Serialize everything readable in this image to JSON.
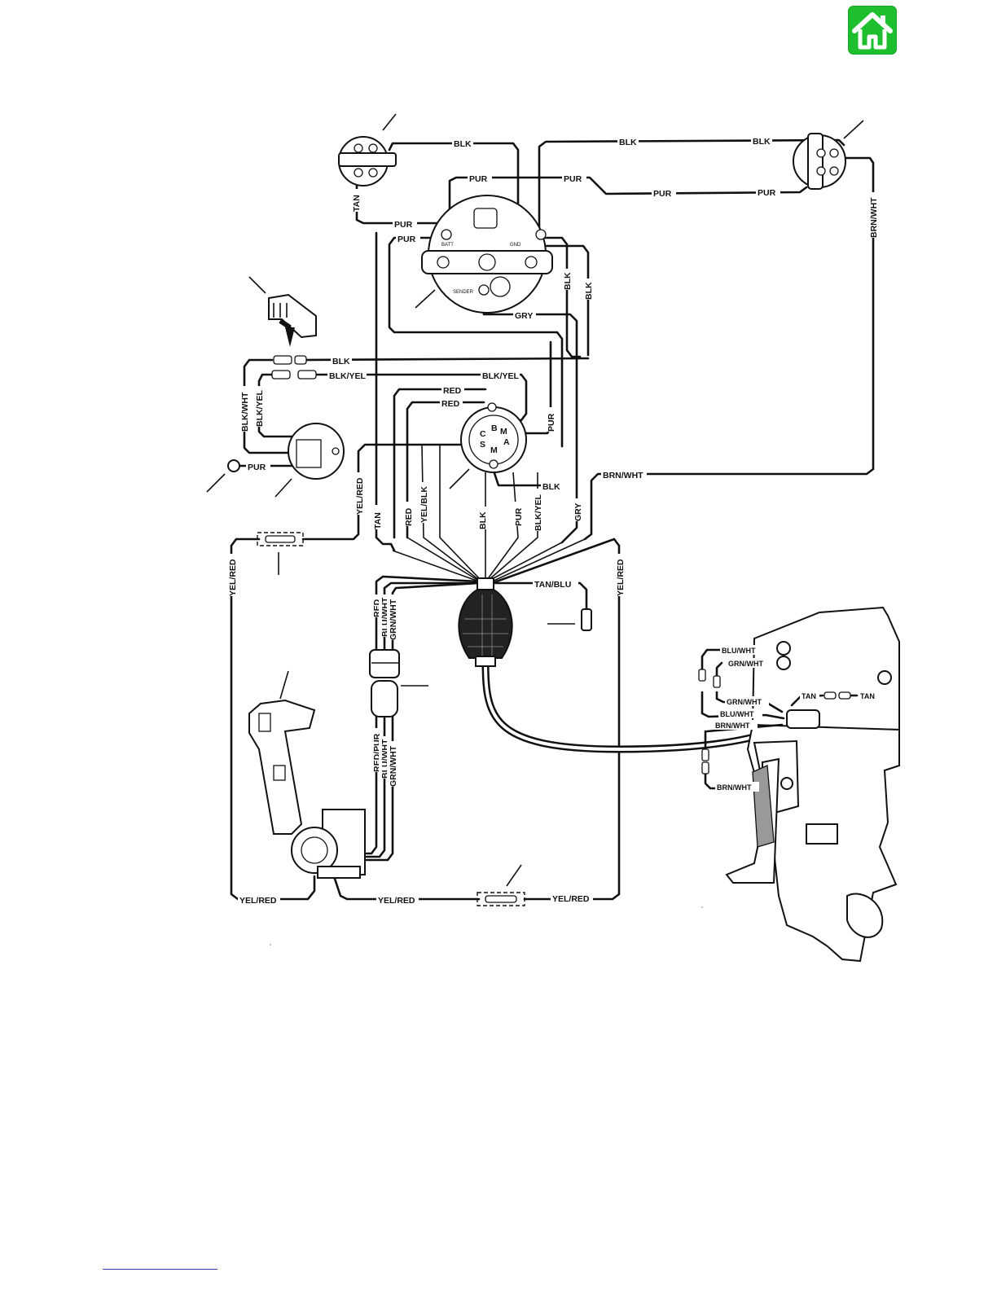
{
  "nav": {
    "home_icon": "home-icon",
    "accent": "#1dbf2e"
  },
  "labels": {
    "blk_top_left": "BLK",
    "blk_top_mid": "BLK",
    "blk_top_right": "BLK",
    "pur_top": "PUR",
    "pur_top2": "PUR",
    "pur_right1": "PUR",
    "pur_right2": "PUR",
    "tan_tach": "TAN",
    "pur_tach": "PUR",
    "pur_left": "PUR",
    "brn_wht_right": "BRN/WHT",
    "blk_gauge1": "BLK",
    "blk_gauge2": "BLK",
    "gry_gauge": "GRY",
    "blk_conn": "BLK",
    "blk_yel_conn": "BLK/YEL",
    "blk_yel_top": "BLK/YEL",
    "blk_wht_left": "BLK/WHT",
    "blk_yel_left": "BLK/YEL",
    "pur_horn": "PUR",
    "red1": "RED",
    "red2": "RED",
    "pur_vert": "PUR",
    "blk_switch": "BLK",
    "brn_wht_mid": "BRN/WHT",
    "yel_red_v1": "YEL/RED",
    "tan_v": "TAN",
    "red_v": "RED",
    "yel_blk_v": "YEL/BLK",
    "blk_v": "BLK",
    "pur_v": "PUR",
    "blk_yel_v": "BLK/YEL",
    "gry_v": "GRY",
    "yel_red_left": "YEL/RED",
    "yel_red_right": "YEL/RED",
    "tan_blu": "TAN/BLU",
    "red_trim": "RED",
    "blu_wht_trim": "BLU/WHT",
    "grn_wht_trim": "GRN/WHT",
    "red_pur_trim": "RED/PUR",
    "blu_wht_trim2": "BLU/WHT",
    "grn_wht_trim2": "GRN/WHT",
    "yel_red_bottom1": "YEL/RED",
    "yel_red_bottom2": "YEL/RED",
    "yel_red_bottom3": "YEL/RED",
    "blu_wht_eng1": "BLU/WHT",
    "grn_wht_eng1": "GRN/WHT",
    "grn_wht_eng2": "GRN/WHT",
    "blu_wht_eng2": "BLU/WHT",
    "brn_wht_eng1": "BRN/WHT",
    "brn_wht_eng2": "BRN/WHT",
    "tan_eng1": "TAN",
    "tan_eng2": "TAN"
  },
  "ignition_switch": {
    "b": "B",
    "c": "C",
    "m_top": "M",
    "s": "S",
    "a": "A",
    "m_bottom": "M"
  },
  "fuel_gauge": {
    "batt": "BATT",
    "gnd": "GND",
    "sender": "SENDER"
  }
}
